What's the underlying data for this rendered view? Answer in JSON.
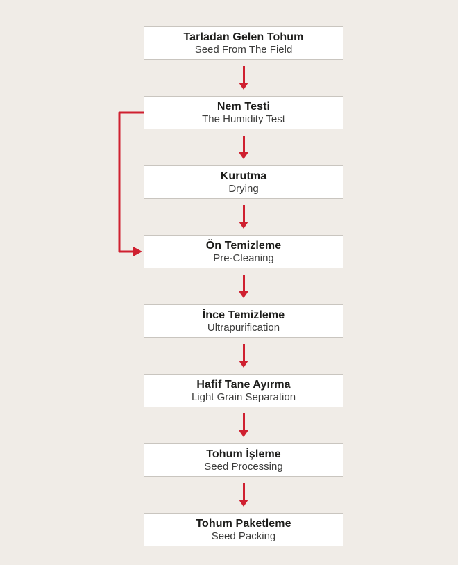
{
  "flowchart": {
    "steps": [
      {
        "title": "Tarladan Gelen Tohum",
        "subtitle": "Seed From The Field"
      },
      {
        "title": "Nem Testi",
        "subtitle": "The Humidity Test"
      },
      {
        "title": "Kurutma",
        "subtitle": "Drying"
      },
      {
        "title": "Ön Temizleme",
        "subtitle": "Pre-Cleaning"
      },
      {
        "title": "İnce Temizleme",
        "subtitle": "Ultrapurification"
      },
      {
        "title": "Hafif Tane Ayırma",
        "subtitle": "Light Grain Separation"
      },
      {
        "title": "Tohum İşleme",
        "subtitle": "Seed Processing"
      },
      {
        "title": "Tohum Paketleme",
        "subtitle": "Seed Packing"
      }
    ],
    "connectors": {
      "down_arrow_count": 7,
      "bypass": {
        "from": "Nem Testi",
        "to": "Ön Temizleme",
        "side": "left"
      }
    },
    "colors": {
      "background": "#f0ece7",
      "box_fill": "#ffffff",
      "box_border": "#c9c5bf",
      "title_text": "#1d1d1b",
      "subtitle_text": "#3c3c3b",
      "arrow": "#cf2030"
    }
  }
}
